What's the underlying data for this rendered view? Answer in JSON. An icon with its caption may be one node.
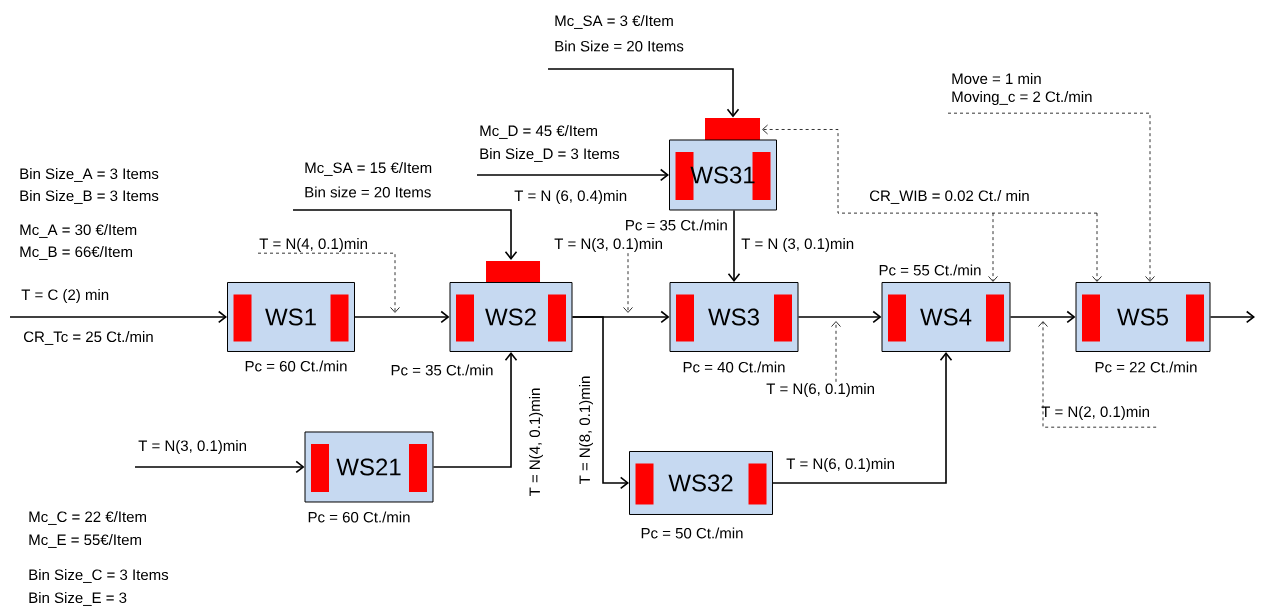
{
  "diagram": {
    "nodes": [
      {
        "text": [
          "WS1"
        ],
        "beside": [
          "Pc = 60 Ct./min"
        ]
      },
      {
        "text": [
          "WS2"
        ],
        "beside": [
          "Pc = 35 Ct./min"
        ]
      },
      {
        "text": [
          "WS21"
        ],
        "beside": [
          "Pc = 60 Ct./min"
        ]
      },
      {
        "text": [
          "WS31"
        ],
        "beside": [
          "Pc = 35 Ct./min"
        ]
      },
      {
        "text": [
          "WS3"
        ],
        "beside": [
          "Pc = 40 Ct./min"
        ]
      },
      {
        "text": [
          "WS32"
        ],
        "beside": [
          "Pc = 50 Ct./min"
        ]
      },
      {
        "text": [
          "WS4"
        ],
        "beside": [
          "Pc = 55 Ct./min"
        ]
      },
      {
        "text": [
          "WS5"
        ],
        "beside": [
          "Pc = 22 Ct./min"
        ]
      },
      {
        "text": [
          "T = N(4, 0.1)min"
        ]
      },
      {
        "text": [
          "T = N(3, 0.1)min"
        ]
      },
      {
        "text": [
          "T = N(6, 0.1)min"
        ]
      },
      {
        "text": [
          "T = N(2, 0.1)min"
        ]
      },
      {
        "text": [
          "CR_WIB = 0.02 Ct./ min"
        ]
      },
      {
        "text": [
          "Move = 1 min",
          "Moving_c = 2 Ct./min"
        ]
      }
    ],
    "edges": [
      {
        "from": null,
        "to": 0,
        "arrow": "to",
        "label": "T = C (2) min"
      },
      {
        "from": 0,
        "to": 1,
        "arrow": "to"
      },
      {
        "from": null,
        "to": 1,
        "arrow": "to"
      },
      {
        "from": 2,
        "to": 1,
        "arrow": "to",
        "label": "T = N(4, 0.1)min"
      },
      {
        "from": null,
        "to": 2,
        "arrow": "to",
        "label": "T = N(3, 0.1)min"
      },
      {
        "from": 1,
        "to": 4,
        "arrow": "to"
      },
      {
        "from": 1,
        "to": 5,
        "arrow": "to",
        "label": "T = N(8, 0.1)min"
      },
      {
        "from": null,
        "to": 3,
        "arrow": "to",
        "label": "T = N (6, 0.4)min"
      },
      {
        "from": null,
        "to": 3,
        "arrow": "to"
      },
      {
        "from": 3,
        "to": 4,
        "arrow": "to",
        "label": "T = N (3, 0.1)min"
      },
      {
        "from": 4,
        "to": 6,
        "arrow": "to"
      },
      {
        "from": 5,
        "to": 6,
        "arrow": "to",
        "label": "T = N(6, 0.1)min"
      },
      {
        "from": 6,
        "to": 7,
        "arrow": "to"
      },
      {
        "from": 7,
        "to": null,
        "arrow": "to"
      },
      {
        "from": 8,
        "to": null,
        "arrow": "to",
        "style": "dashed"
      },
      {
        "from": 9,
        "to": null,
        "arrow": "to",
        "style": "dashed"
      },
      {
        "from": 10,
        "to": null,
        "arrow": "to",
        "style": "dashed"
      },
      {
        "from": 11,
        "to": null,
        "arrow": "to",
        "style": "dashed"
      },
      {
        "from": 12,
        "to": 3,
        "arrow": "to",
        "style": "dashed"
      },
      {
        "from": 12,
        "to": 6,
        "arrow": "to",
        "style": "dashed"
      },
      {
        "from": 12,
        "to": 7,
        "arrow": "to",
        "style": "dashed"
      },
      {
        "from": 13,
        "to": 7,
        "arrow": "to",
        "style": "dashed"
      }
    ],
    "labels": [
      "Mc_SA = 3 €/Item",
      "Bin Size = 20 Items",
      "Mc_D = 45 €/Item",
      "Bin Size_D = 3 Items",
      "Mc_SA = 15 €/Item",
      "Bin size = 20 Items",
      "Bin Size_A = 3 Items",
      "Bin Size_B = 3 Items",
      "Mc_A = 30 €/Item",
      "Mc_B = 66€/Item",
      "CR_Tc = 25 Ct./min",
      "Mc_C = 22 €/Item",
      "Mc_E = 55€/Item",
      "Bin Size_C = 3 Items",
      "Bin Size_E = 3"
    ]
  }
}
